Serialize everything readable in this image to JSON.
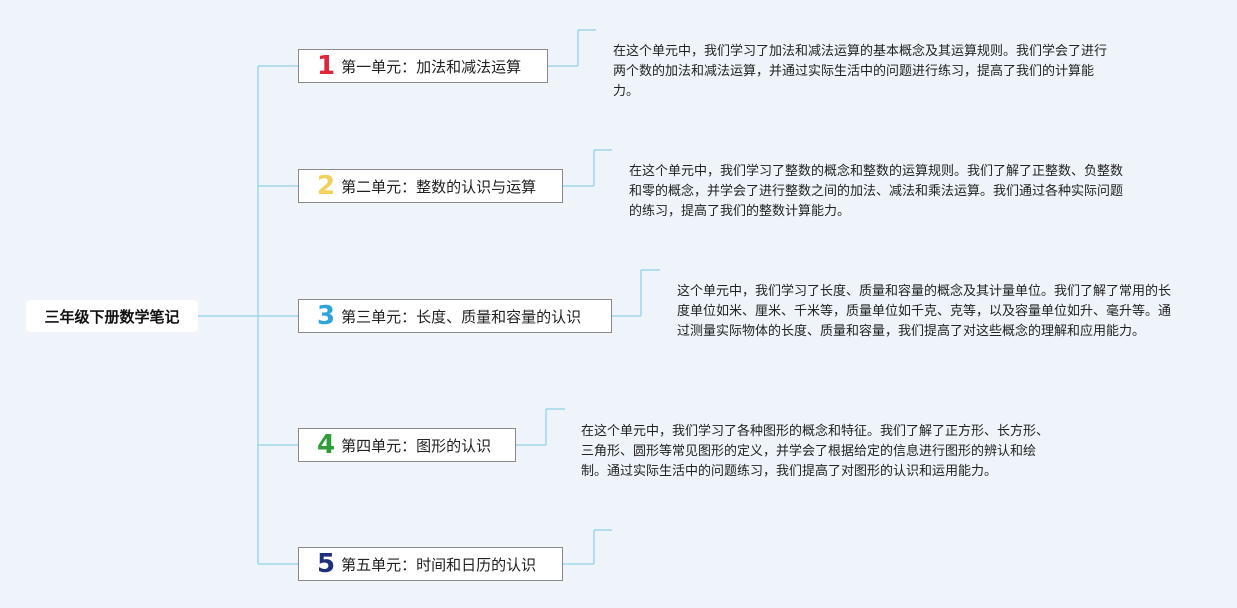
{
  "root": {
    "title": "三年级下册数学笔记"
  },
  "units": [
    {
      "number": "1",
      "color": "#e0253b",
      "title": "第一单元：加法和减法运算",
      "note": "在这个单元中，我们学习了加法和减法运算的基本概念及其运算规则。我们学会了进行两个数的加法和减法运算，并通过实际生活中的问题进行练习，提高了我们的计算能力。"
    },
    {
      "number": "2",
      "color": "#f2d15a",
      "title": "第二单元：整数的认识与运算",
      "note": "在这个单元中，我们学习了整数的概念和整数的运算规则。我们了解了正整数、负整数和零的概念，并学会了进行整数之间的加法、减法和乘法运算。我们通过各种实际问题的练习，提高了我们的整数计算能力。"
    },
    {
      "number": "3",
      "color": "#2fa3dc",
      "title": "第三单元：长度、质量和容量的认识",
      "note": "这个单元中，我们学习了长度、质量和容量的概念及其计量单位。我们了解了常用的长度单位如米、厘米、千米等，质量单位如千克、克等，以及容量单位如升、毫升等。通过测量实际物体的长度、质量和容量，我们提高了对这些概念的理解和应用能力。"
    },
    {
      "number": "4",
      "color": "#2f9e3a",
      "title": "第四单元：图形的认识",
      "note": "在这个单元中，我们学习了各种图形的概念和特征。我们了解了正方形、长方形、三角形、圆形等常见图形的定义，并学会了根据给定的信息进行图形的辨认和绘制。通过实际生活中的问题练习，我们提高了对图形的认识和运用能力。"
    },
    {
      "number": "5",
      "color": "#1f2f7a",
      "title": "第五单元：时间和日历的认识",
      "note": ""
    }
  ],
  "line_color": "#9fd6ea"
}
